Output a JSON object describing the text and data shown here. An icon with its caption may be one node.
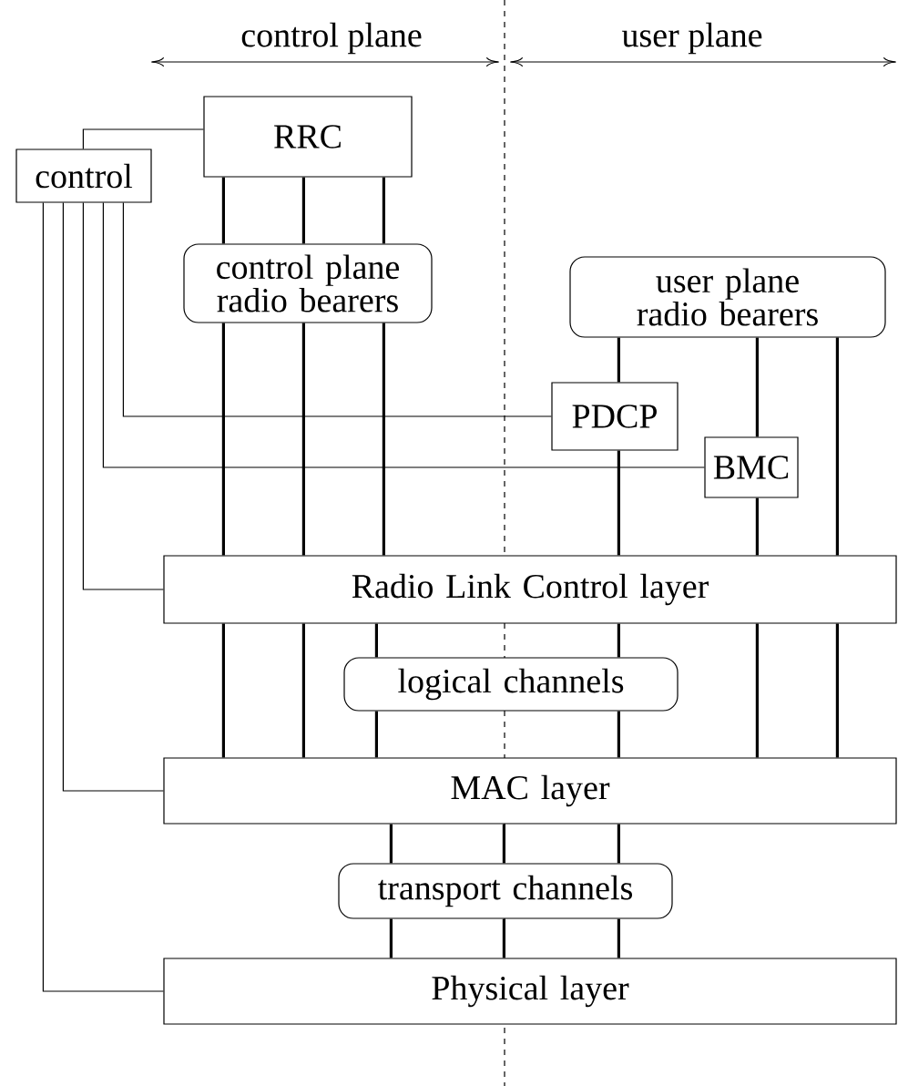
{
  "diagram": {
    "nodes": [
      {
        "text": [
          "control"
        ]
      },
      {
        "text": [
          "RRC"
        ]
      },
      {
        "text": [
          "control plane radio bearers"
        ]
      },
      {
        "text": [
          "user plane radio bearers"
        ]
      },
      {
        "text": [
          "PDCP"
        ]
      },
      {
        "text": [
          "BMC"
        ]
      },
      {
        "text": [
          "Radio Link Control layer"
        ]
      },
      {
        "text": [
          "logical channels"
        ]
      },
      {
        "text": [
          "MAC layer"
        ]
      },
      {
        "text": [
          "transport channels"
        ]
      },
      {
        "text": [
          "Physical layer"
        ]
      }
    ],
    "edges": [
      {
        "from": 0,
        "to": 1,
        "arrow": "none"
      },
      {
        "from": 0,
        "to": 4,
        "arrow": "none"
      },
      {
        "from": 0,
        "to": 5,
        "arrow": "none"
      },
      {
        "from": 0,
        "to": 6,
        "arrow": "none"
      },
      {
        "from": 0,
        "to": 8,
        "arrow": "none"
      },
      {
        "from": 0,
        "to": 10,
        "arrow": "none"
      },
      {
        "from": 1,
        "to": 2,
        "arrow": "none"
      },
      {
        "from": 1,
        "to": 2,
        "arrow": "none"
      },
      {
        "from": 1,
        "to": 2,
        "arrow": "none"
      },
      {
        "from": 2,
        "to": 6,
        "arrow": "none"
      },
      {
        "from": 2,
        "to": 6,
        "arrow": "none"
      },
      {
        "from": 2,
        "to": 6,
        "arrow": "none"
      },
      {
        "from": 3,
        "to": 4,
        "arrow": "none"
      },
      {
        "from": 4,
        "to": 6,
        "arrow": "none"
      },
      {
        "from": 3,
        "to": 5,
        "arrow": "none"
      },
      {
        "from": 5,
        "to": 6,
        "arrow": "none"
      },
      {
        "from": 3,
        "to": 6,
        "arrow": "none"
      },
      {
        "from": 6,
        "to": 8,
        "arrow": "none"
      },
      {
        "from": 6,
        "to": 8,
        "arrow": "none"
      },
      {
        "from": 6,
        "to": 8,
        "arrow": "none"
      },
      {
        "from": 6,
        "to": 8,
        "arrow": "none"
      },
      {
        "from": 6,
        "to": 7,
        "arrow": "none"
      },
      {
        "from": 6,
        "to": 7,
        "arrow": "none"
      },
      {
        "from": 7,
        "to": 8,
        "arrow": "none"
      },
      {
        "from": 7,
        "to": 8,
        "arrow": "none"
      },
      {
        "from": 8,
        "to": 9,
        "arrow": "none"
      },
      {
        "from": 8,
        "to": 9,
        "arrow": "none"
      },
      {
        "from": 8,
        "to": 9,
        "arrow": "none"
      },
      {
        "from": 9,
        "to": 10,
        "arrow": "none"
      },
      {
        "from": 9,
        "to": 10,
        "arrow": "none"
      },
      {
        "from": 9,
        "to": 10,
        "arrow": "none"
      }
    ],
    "labels": [
      "control plane",
      "user plane"
    ]
  }
}
